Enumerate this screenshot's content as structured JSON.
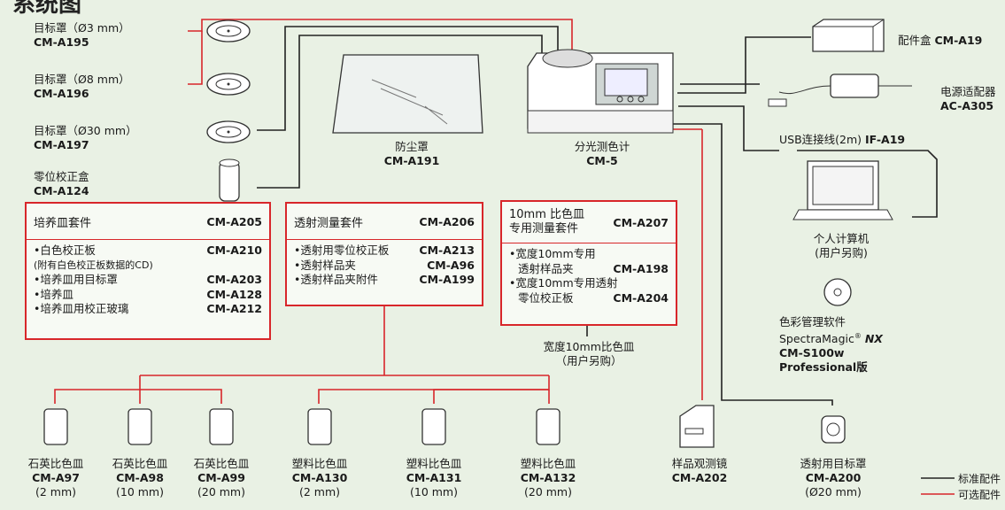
{
  "page_title": "系统图",
  "colors": {
    "standard_line": "#222222",
    "optional_line": "#d8262a",
    "background": "#e9f1e4"
  },
  "targets": [
    {
      "name": "目标罩（Ø3 mm）",
      "code": "CM-A195"
    },
    {
      "name": "目标罩（Ø8 mm）",
      "code": "CM-A196"
    },
    {
      "name": "目标罩（Ø30 mm）",
      "code": "CM-A197"
    },
    {
      "name": "零位校正盒",
      "code": "CM-A124"
    }
  ],
  "dust_cover": {
    "name": "防尘罩",
    "code": "CM-A191"
  },
  "main_unit": {
    "name": "分光测色计",
    "code": "CM-5"
  },
  "accessory_case": {
    "name": "配件盒",
    "code": "CM-A19"
  },
  "ac_adapter": {
    "name": "电源适配器",
    "code": "AC-A305"
  },
  "usb_cable": {
    "name": "USB连接线(2m)",
    "code": "IF-A19"
  },
  "pc": {
    "name": "个人计算机",
    "note": "(用户另购)"
  },
  "software": {
    "name": "色彩管理软件",
    "product": "SpectraMagic",
    "suffix": "NX",
    "code": "CM-S100w",
    "edition": "Professional版"
  },
  "kit_petri": {
    "title": "培养皿套件",
    "code": "CM-A205",
    "items": [
      {
        "name": "•白色校正板",
        "code": "CM-A210"
      },
      {
        "name": "(附有白色校正板数据的CD)",
        "code": ""
      },
      {
        "name": "•培养皿用目标罩",
        "code": "CM-A203"
      },
      {
        "name": "•培养皿",
        "code": "CM-A128"
      },
      {
        "name": "•培养皿用校正玻璃",
        "code": "CM-A212"
      }
    ]
  },
  "kit_trans": {
    "title": "透射测量套件",
    "code": "CM-A206",
    "items": [
      {
        "name": "•透射用零位校正板",
        "code": "CM-A213"
      },
      {
        "name": "•透射样品夹",
        "code": "CM-A96"
      },
      {
        "name": "•透射样品夹附件",
        "code": "CM-A199"
      }
    ]
  },
  "kit_10mm": {
    "title1": "10mm 比色皿",
    "title2": "专用测量套件",
    "code": "CM-A207",
    "items": [
      {
        "name": "•宽度10mm专用",
        "code": ""
      },
      {
        "name": "透射样品夹",
        "code": "CM-A198"
      },
      {
        "name": "•宽度10mm专用透射",
        "code": ""
      },
      {
        "name": "零位校正板",
        "code": "CM-A204"
      }
    ]
  },
  "cell_10mm_user": {
    "line1": "宽度10mm比色皿",
    "line2": "（用户另购）"
  },
  "cells": [
    {
      "name": "石英比色皿",
      "code": "CM-A97",
      "size": "(2 mm)"
    },
    {
      "name": "石英比色皿",
      "code": "CM-A98",
      "size": "(10 mm)"
    },
    {
      "name": "石英比色皿",
      "code": "CM-A99",
      "size": "(20 mm)"
    },
    {
      "name": "塑料比色皿",
      "code": "CM-A130",
      "size": "(2 mm)"
    },
    {
      "name": "塑料比色皿",
      "code": "CM-A131",
      "size": "(10 mm)"
    },
    {
      "name": "塑料比色皿",
      "code": "CM-A132",
      "size": "(20 mm)"
    }
  ],
  "viewer": {
    "name": "样品观测镜",
    "code": "CM-A202"
  },
  "trans_target": {
    "name": "透射用目标罩",
    "code": "CM-A200",
    "size": "(Ø20 mm)"
  },
  "legend": {
    "standard": "标准配件",
    "optional": "可选配件"
  }
}
